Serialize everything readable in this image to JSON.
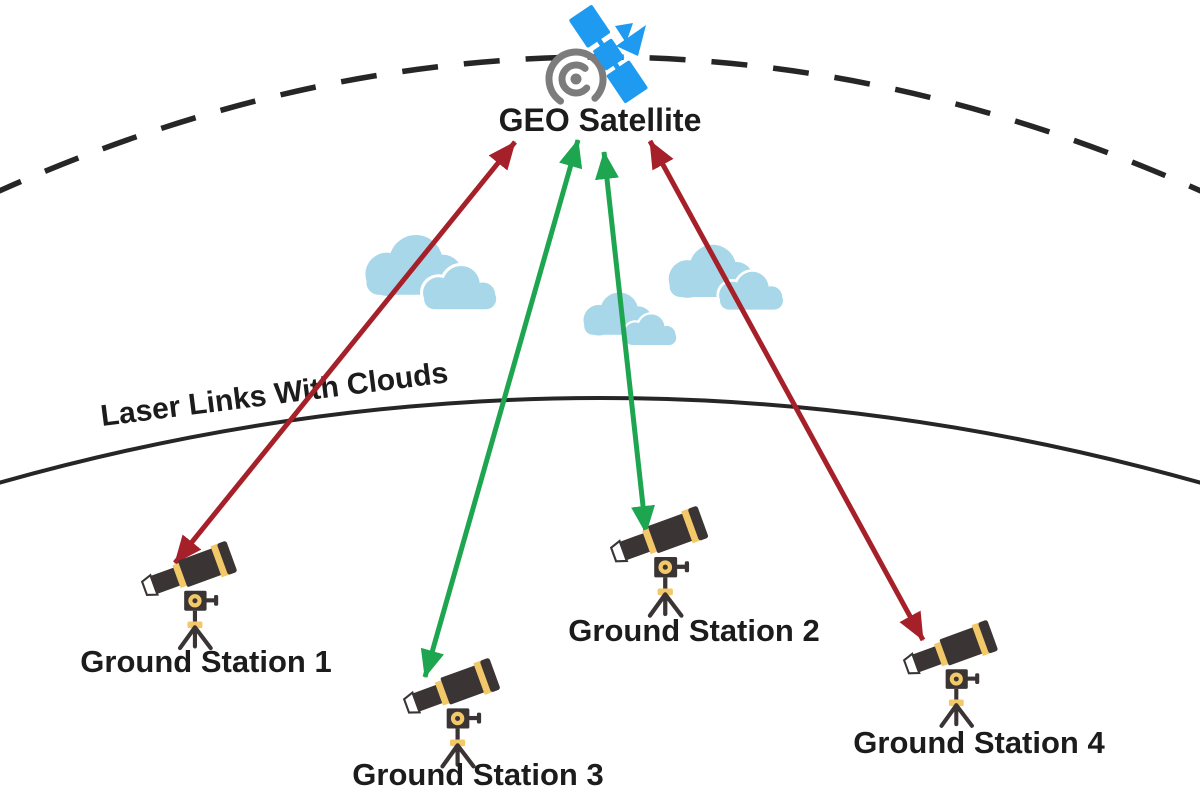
{
  "diagram": {
    "background_color": "#ffffff",
    "geo_satellite_label": "GEO Satellite",
    "laser_links_label": "Laser Links With Clouds",
    "stations": [
      {
        "label": "Ground Station 1"
      },
      {
        "label": "Ground Station 2"
      },
      {
        "label": "Ground Station 3"
      },
      {
        "label": "Ground Station 4"
      }
    ],
    "links": [
      {
        "from": "GEO Satellite",
        "to": "Ground Station 1",
        "color": "dark-red",
        "style": "double-headed-arrow"
      },
      {
        "from": "GEO Satellite",
        "to": "Ground Station 3",
        "color": "green",
        "style": "double-headed-arrow"
      },
      {
        "from": "GEO Satellite",
        "to": "Ground Station 2",
        "color": "green",
        "style": "double-headed-arrow"
      },
      {
        "from": "GEO Satellite",
        "to": "Ground Station 4",
        "color": "dark-red",
        "style": "double-headed-arrow"
      }
    ],
    "icons": [
      {
        "name": "satellite-icon",
        "count": 1
      },
      {
        "name": "signal-swirl-icon",
        "count": 1
      },
      {
        "name": "cloud-icon",
        "count": 3
      },
      {
        "name": "telescope-icon",
        "count": 4
      }
    ],
    "orbit_line_style": "dashed-arc",
    "cloud_layer_line_style": "solid-arc"
  },
  "colors": {
    "laser_red": "#a6202a",
    "laser_green": "#1ea54f",
    "satellite_blue": "#1e9af0",
    "cloud_fill": "#a7d7e9",
    "line_dark": "#262626",
    "text_dark": "#1c1c1c",
    "telescope_body": "#3a3534",
    "telescope_band": "#f2c868",
    "signal_gray": "#7c7c7c"
  }
}
